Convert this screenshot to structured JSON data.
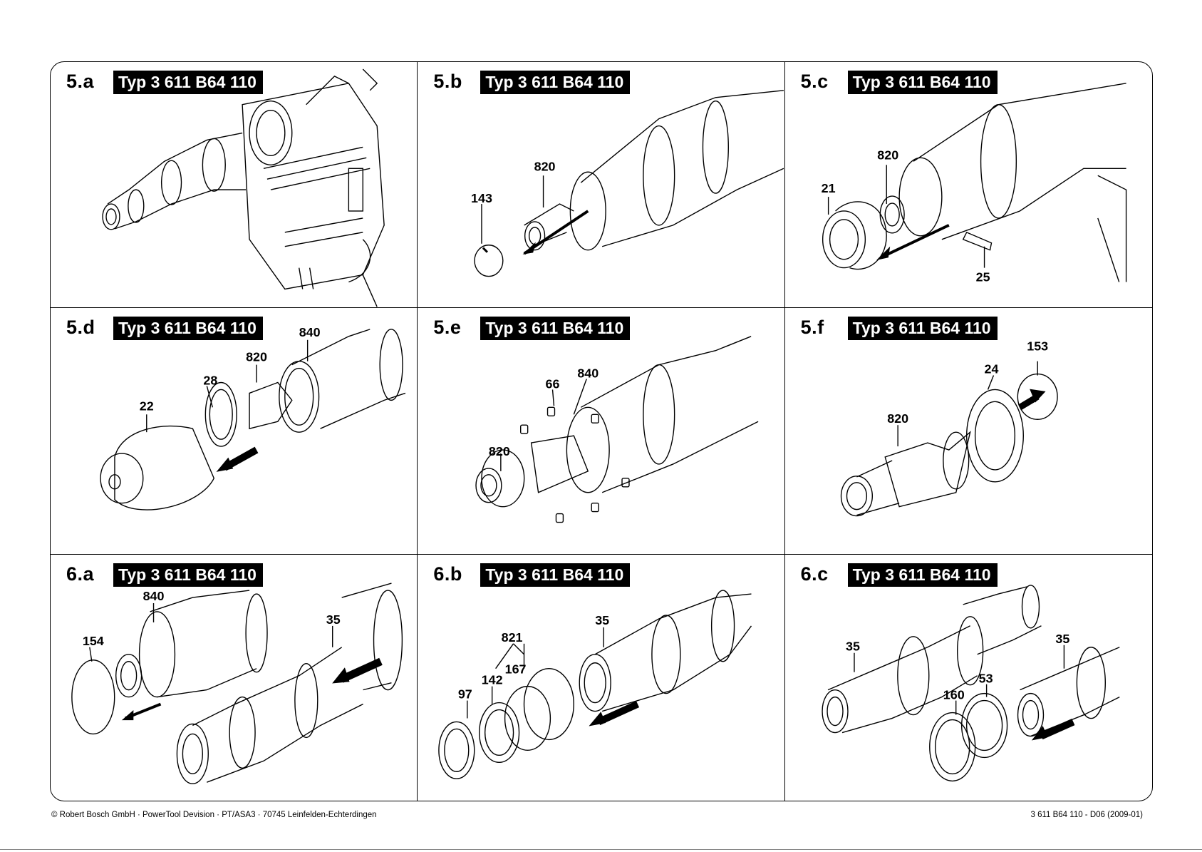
{
  "panels": [
    {
      "step": "5.a",
      "typ": "Typ 3 611 B64 110",
      "labels": []
    },
    {
      "step": "5.b",
      "typ": "Typ 3 611 B64 110",
      "labels": [
        "820",
        "143"
      ]
    },
    {
      "step": "5.c",
      "typ": "Typ 3 611 B64 110",
      "labels": [
        "820",
        "21",
        "25"
      ]
    },
    {
      "step": "5.d",
      "typ": "Typ 3 611 B64 110",
      "labels": [
        "840",
        "820",
        "28",
        "22"
      ]
    },
    {
      "step": "5.e",
      "typ": "Typ 3 611 B64 110",
      "labels": [
        "840",
        "66",
        "820"
      ]
    },
    {
      "step": "5.f",
      "typ": "Typ 3 611 B64 110",
      "labels": [
        "153",
        "24",
        "820"
      ]
    },
    {
      "step": "6.a",
      "typ": "Typ 3 611 B64 110",
      "labels": [
        "840",
        "154",
        "35"
      ]
    },
    {
      "step": "6.b",
      "typ": "Typ 3 611 B64 110",
      "labels": [
        "821",
        "167",
        "142",
        "97",
        "35"
      ]
    },
    {
      "step": "6.c",
      "typ": "Typ 3 611 B64 110",
      "labels": [
        "35",
        "35",
        "53",
        "160"
      ]
    }
  ],
  "footer": {
    "left": "© Robert Bosch GmbH · PowerTool Devision · PT/ASA3 · 70745 Leinfelden-Echterdingen",
    "right": "3 611 B64 110 - D06 (2009-01)"
  }
}
